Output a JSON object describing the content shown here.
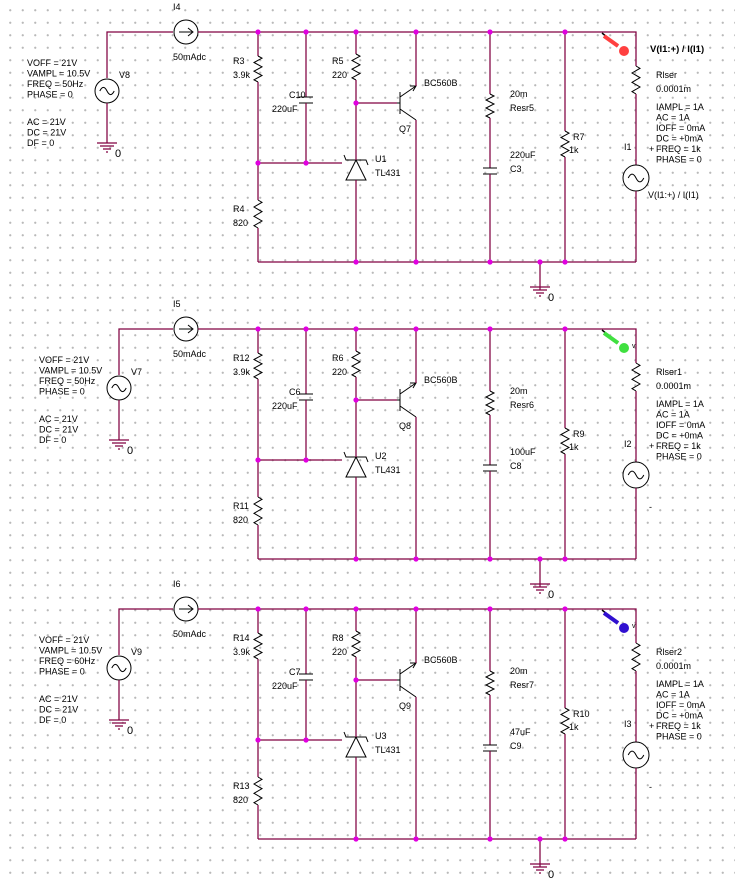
{
  "circuits": [
    {
      "source": {
        "ref": "V8",
        "lines": [
          "VOFF = 21V",
          "VAMPL = 10.5V",
          "FREQ = 50Hz",
          "PHASE = 0"
        ],
        "lines2": [
          "AC = 21V",
          "DC = 21V",
          "DF = 0"
        ]
      },
      "ground_label": "0",
      "cur_src": {
        "ref": "I4",
        "value": "50mAdc"
      },
      "ra": {
        "ref": "R3",
        "value": "3.9k"
      },
      "rb": {
        "ref": "R4",
        "value": "820"
      },
      "cap": {
        "ref": "C10",
        "value": "220uF"
      },
      "rc": {
        "ref": "R5",
        "value": "220"
      },
      "shunt": {
        "ref": "U1",
        "value": "TL431"
      },
      "transistor": {
        "ref": "Q7",
        "value": "BC560B"
      },
      "esr": {
        "value": "20m",
        "ref": "Resr5"
      },
      "cout": {
        "value": "220uF",
        "ref": "C3"
      },
      "load_r": {
        "ref": "R7",
        "value": "1k"
      },
      "rser": {
        "ref": "Rlser",
        "value": "0.0001m"
      },
      "isrc": {
        "ref": "I1",
        "lines": [
          "IAMPL = 1A",
          "AC = 1A",
          "IOFF = 0mA",
          "DC = +0mA",
          "FREQ = 1k",
          "PHASE = 0"
        ]
      },
      "probe": {
        "label": "V(I1:+) / I(I1)",
        "color": "#ff4040",
        "tag": ""
      },
      "probe_expr": "V(I1:+) / I(I1)",
      "out_ground": "0"
    },
    {
      "source": {
        "ref": "V7",
        "lines": [
          "VOFF = 21V",
          "VAMPL = 10.5V",
          "FREQ = 50Hz",
          "PHASE = 0"
        ],
        "lines2": [
          "AC = 21V",
          "DC = 21V",
          "DF = 0"
        ]
      },
      "ground_label": "0",
      "cur_src": {
        "ref": "I5",
        "value": "50mAdc"
      },
      "ra": {
        "ref": "R12",
        "value": "3.9k"
      },
      "rb": {
        "ref": "R11",
        "value": "820"
      },
      "cap": {
        "ref": "C6",
        "value": "220uF"
      },
      "rc": {
        "ref": "R6",
        "value": "220"
      },
      "shunt": {
        "ref": "U2",
        "value": "TL431"
      },
      "transistor": {
        "ref": "Q8",
        "value": "BC560B"
      },
      "esr": {
        "value": "20m",
        "ref": "Resr6"
      },
      "cout": {
        "value": "100uF",
        "ref": "C8"
      },
      "load_r": {
        "ref": "R9",
        "value": "1k"
      },
      "rser": {
        "ref": "Rlser1",
        "value": "0.0001m"
      },
      "isrc": {
        "ref": "I2",
        "lines": [
          "IAMPL = 1A",
          "AC = 1A",
          "IOFF = 0mA",
          "DC = +0mA",
          "FREQ = 1k",
          "PHASE = 0"
        ]
      },
      "probe": {
        "label": "",
        "color": "#40e040",
        "tag": "v"
      },
      "probe_expr": "",
      "out_ground": "0"
    },
    {
      "source": {
        "ref": "V9",
        "lines": [
          "VOFF = 21V",
          "VAMPL = 10.5V",
          "FREQ = 60Hz",
          "PHASE = 0"
        ],
        "lines2": [
          "AC = 21V",
          "DC = 21V",
          "DF = 0"
        ]
      },
      "ground_label": "0",
      "cur_src": {
        "ref": "I6",
        "value": "50mAdc"
      },
      "ra": {
        "ref": "R14",
        "value": "3.9k"
      },
      "rb": {
        "ref": "R13",
        "value": "820"
      },
      "cap": {
        "ref": "C7",
        "value": "220uF"
      },
      "rc": {
        "ref": "R8",
        "value": "220"
      },
      "shunt": {
        "ref": "U3",
        "value": "TL431"
      },
      "transistor": {
        "ref": "Q9",
        "value": "BC560B"
      },
      "esr": {
        "value": "20m",
        "ref": "Resr7"
      },
      "cout": {
        "value": "47uF",
        "ref": "C9"
      },
      "load_r": {
        "ref": "R10",
        "value": "1k"
      },
      "rser": {
        "ref": "Rlser2",
        "value": "0.0001m"
      },
      "isrc": {
        "ref": "I3",
        "lines": [
          "IAMPL = 1A",
          "AC = 1A",
          "IOFF = 0mA",
          "DC = +0mA",
          "FREQ = 1k",
          "PHASE = 0"
        ]
      },
      "probe": {
        "label": "",
        "color": "#3010d0",
        "tag": "v"
      },
      "probe_expr": "",
      "out_ground": "0"
    }
  ],
  "colors": {
    "wire": "#800040",
    "junction": "#e000e0",
    "component": "#000000"
  }
}
